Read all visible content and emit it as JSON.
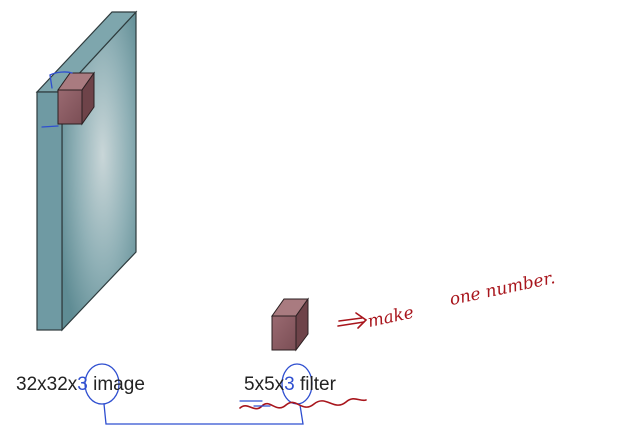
{
  "image_label": {
    "prefix": "32x32x",
    "depth": "3",
    "suffix": " image"
  },
  "filter_label": {
    "prefix": "5x5x",
    "depth": "3",
    "suffix": " filter"
  },
  "annotation": {
    "part1": "make",
    "part2": "one number."
  },
  "colors": {
    "image_front": "#6f9aa3",
    "image_side": "#5f878f",
    "image_top": "#7ea6ad",
    "filter_front": "#8e5f66",
    "filter_side": "#6e4349",
    "filter_top": "#a97b80",
    "pen_blue": "#2f4fd0",
    "pen_red": "#a8151c",
    "text": "#222222"
  }
}
